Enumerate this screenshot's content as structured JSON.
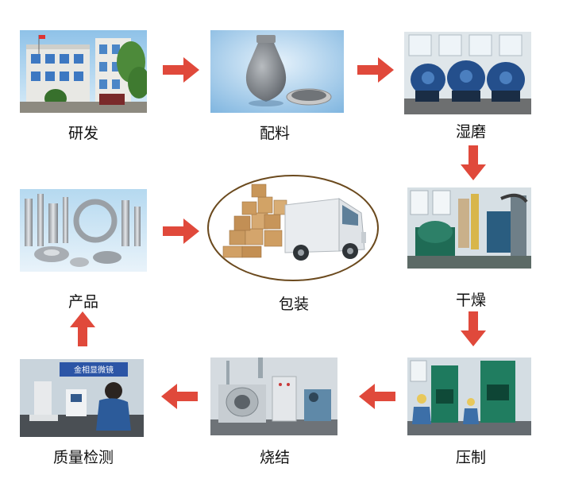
{
  "steps": {
    "research": "研发",
    "batching": "配料",
    "wet_grinding": "湿磨",
    "drying": "干燥",
    "pressing": "压制",
    "sintering": "烧结",
    "quality_inspection": "质量检测",
    "product": "产品",
    "packaging": "包装"
  },
  "colors": {
    "arrow": "#e0493b",
    "ellipse_stroke": "#6b4a1e"
  },
  "photo_signs": {
    "quality_room_sign": "金相显微镜"
  }
}
